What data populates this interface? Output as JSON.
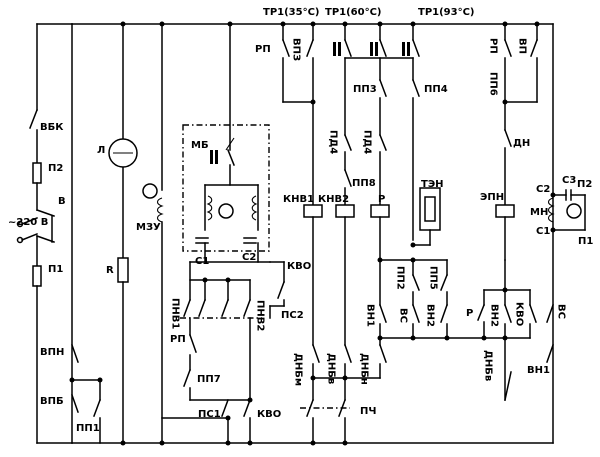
{
  "labels": {
    "tr1_35": "ТР1(35°С)",
    "tr1_60": "ТР1(60°С)",
    "tr1_93": "ТР1(93°С)",
    "rp_top": "РП",
    "vpz": "ВПЗ",
    "pp3": "ПП3",
    "pp4": "ПП4",
    "rp_right": "РП",
    "vp": "ВП",
    "pp6": "ПП6",
    "dn": "ДН",
    "vbk": "ВБК",
    "p2": "П2",
    "l": "Л",
    "v_switch": "В",
    "v220": "~220 В",
    "p1": "П1",
    "r": "R",
    "mzu": "МЗУ",
    "mb": "МБ",
    "c1_left": "С1",
    "c2_left": "С2",
    "pd4_a": "ПД4",
    "pd4_b": "ПД4",
    "pp8": "ПП8",
    "knv1": "КНВ1",
    "knv2": "КНВ2",
    "rel_r": "Р",
    "ten": "ТЭН",
    "epn": "ЭПН",
    "mn": "МН",
    "c2_motor": "С2",
    "c3": "С3",
    "p2_motor": "П2",
    "c1_motor": "С1",
    "p1_motor": "П1",
    "kvo_top": "КВО",
    "pp2": "ПП2",
    "pp5": "ПП5",
    "pnv1": "ПНВ1",
    "pnv2": "ПНВ2",
    "ps2": "ПС2",
    "vn1_left": "ВН1",
    "vs_a": "ВС",
    "vn2_a": "ВН2",
    "rel_r2": "Р",
    "vn2_b": "ВН2",
    "kvo_right": "КВО",
    "vs_b": "ВС",
    "vpn": "ВПН",
    "rp_low": "РП",
    "pp7": "ПП7",
    "dnb_m": "ДНБм",
    "dnb_v": "ДНБв",
    "dnb_n": "ДНБн",
    "dnb_v2": "ДНБв",
    "vn1_right": "ВН1",
    "vpb": "ВПБ",
    "pp1": "ПП1",
    "ps1": "ПС1",
    "kvo_bottom": "КВО",
    "pch": "ПЧ"
  }
}
